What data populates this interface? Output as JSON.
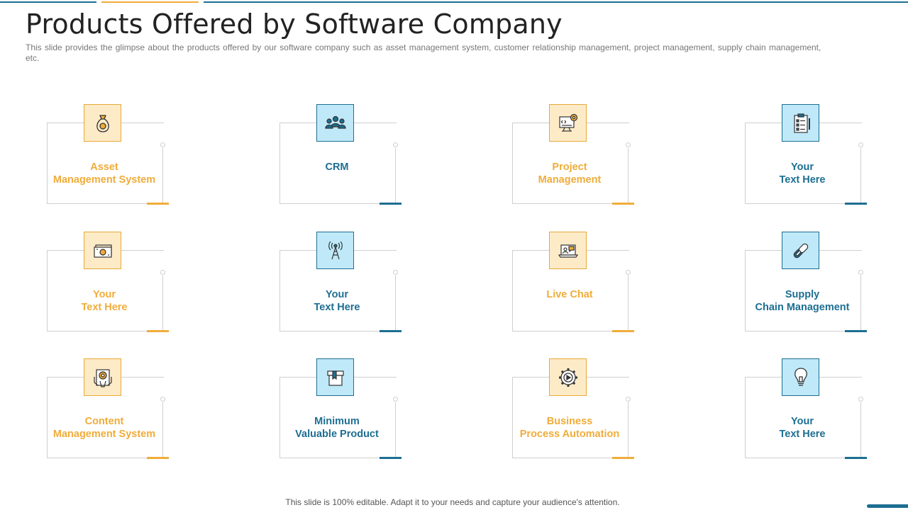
{
  "title": "Products Offered by Software Company",
  "subtitle": "This slide provides the glimpse about the products offered by our software company such as asset management system, customer relationship management, project management, supply chain management, etc.",
  "footer": "This slide is 100% editable. Adapt it to your needs and capture your audience's attention.",
  "colors": {
    "orange": "#F0AC3A",
    "blue": "#1D6E92",
    "orange_bg": "#FDEBC8",
    "blue_bg": "#BFE9F8"
  },
  "cards": [
    {
      "label": "Asset\nManagement System",
      "theme": "orange",
      "icon": "money-bag-icon"
    },
    {
      "label": "CRM",
      "theme": "blue",
      "icon": "group-icon"
    },
    {
      "label": "Project\nManagement",
      "theme": "orange",
      "icon": "monitor-gear-icon"
    },
    {
      "label": "Your\nText Here",
      "theme": "blue",
      "icon": "clipboard-checklist-icon"
    },
    {
      "label": "Your\nText Here",
      "theme": "orange",
      "icon": "cash-icon"
    },
    {
      "label": "Your\nText Here",
      "theme": "blue",
      "icon": "antenna-tower-icon"
    },
    {
      "label": "Live Chat",
      "theme": "orange",
      "icon": "laptop-chat-icon"
    },
    {
      "label": "Supply\nChain Management",
      "theme": "blue",
      "icon": "chain-link-icon"
    },
    {
      "label": "Content\nManagement System",
      "theme": "orange",
      "icon": "tablet-gear-icon"
    },
    {
      "label": "Minimum\nValuable Product",
      "theme": "blue",
      "icon": "product-box-icon"
    },
    {
      "label": "Business\nProcess Automation",
      "theme": "orange",
      "icon": "gear-play-icon"
    },
    {
      "label": "Your\nText Here",
      "theme": "blue",
      "icon": "lightbulb-icon"
    }
  ]
}
